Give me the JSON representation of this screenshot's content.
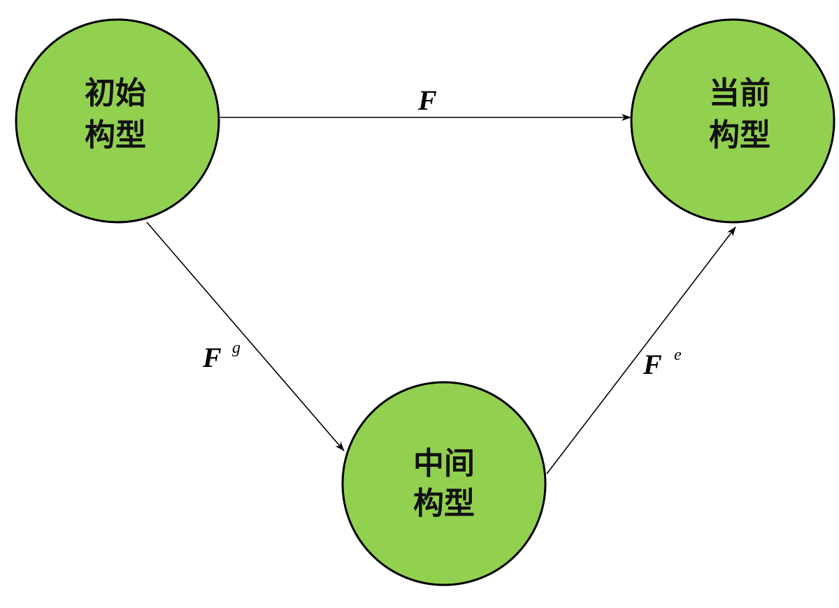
{
  "nodes": {
    "initial": {
      "line1": "初始",
      "line2": "构型"
    },
    "current": {
      "line1": "当前",
      "line2": "构型"
    },
    "intermediate": {
      "line1": "中间",
      "line2": "构型"
    }
  },
  "edges": {
    "total": {
      "label": "F",
      "sup": ""
    },
    "growth": {
      "label": "F",
      "sup": "g"
    },
    "elastic": {
      "label": "F",
      "sup": "e"
    }
  },
  "colors": {
    "node_fill": "#92d050",
    "stroke": "#000000"
  }
}
